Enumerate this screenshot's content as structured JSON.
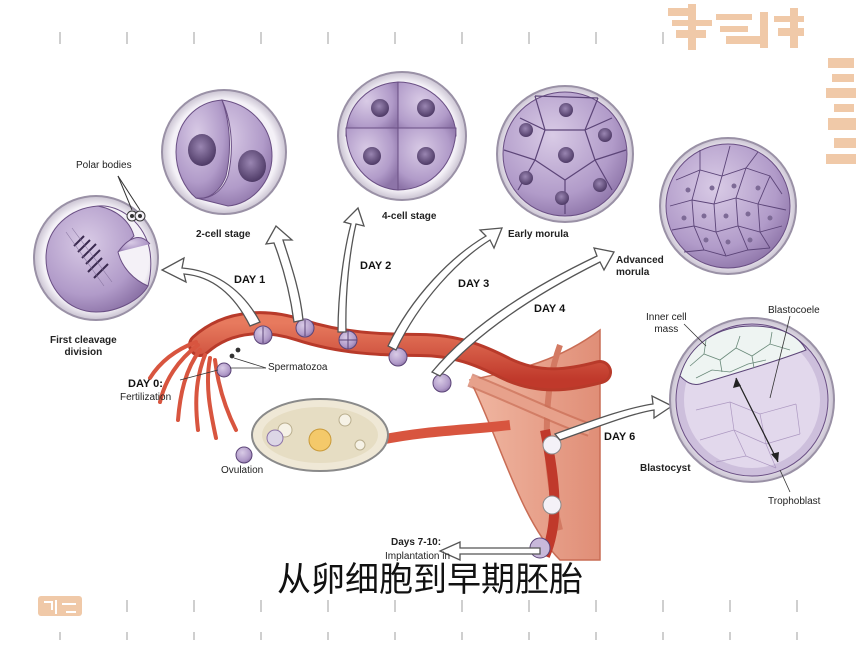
{
  "labels": {
    "polar_bodies": "Polar bodies",
    "two_cell": "2-cell stage",
    "four_cell": "4-cell stage",
    "early_morula": "Early morula",
    "advanced_morula": "Advanced\nmorula",
    "first_cleavage": "First cleavage\ndivision",
    "day1": "DAY 1",
    "day2": "DAY 2",
    "day3": "DAY 3",
    "day4": "DAY 4",
    "day6": "DAY 6",
    "day0": "DAY 0:",
    "fertilization": "Fertilization",
    "spermatozoa": "Spermatozoa",
    "ovulation": "Ovulation",
    "inner_cell_mass": "Inner cell\nmass",
    "blastocoele": "Blastocoele",
    "blastocyst": "Blastocyst",
    "trophoblast": "Trophoblast",
    "days_7_10": "Days 7-10:",
    "implantation": "Implantation in"
  },
  "caption": "从卵细胞到早期胚胎",
  "colors": {
    "cell_fill": "#b9a3cf",
    "cell_dark": "#6a4f84",
    "tube": "#d8553f",
    "uterus": "#e8a08a",
    "deco": "#f0c9a8"
  }
}
